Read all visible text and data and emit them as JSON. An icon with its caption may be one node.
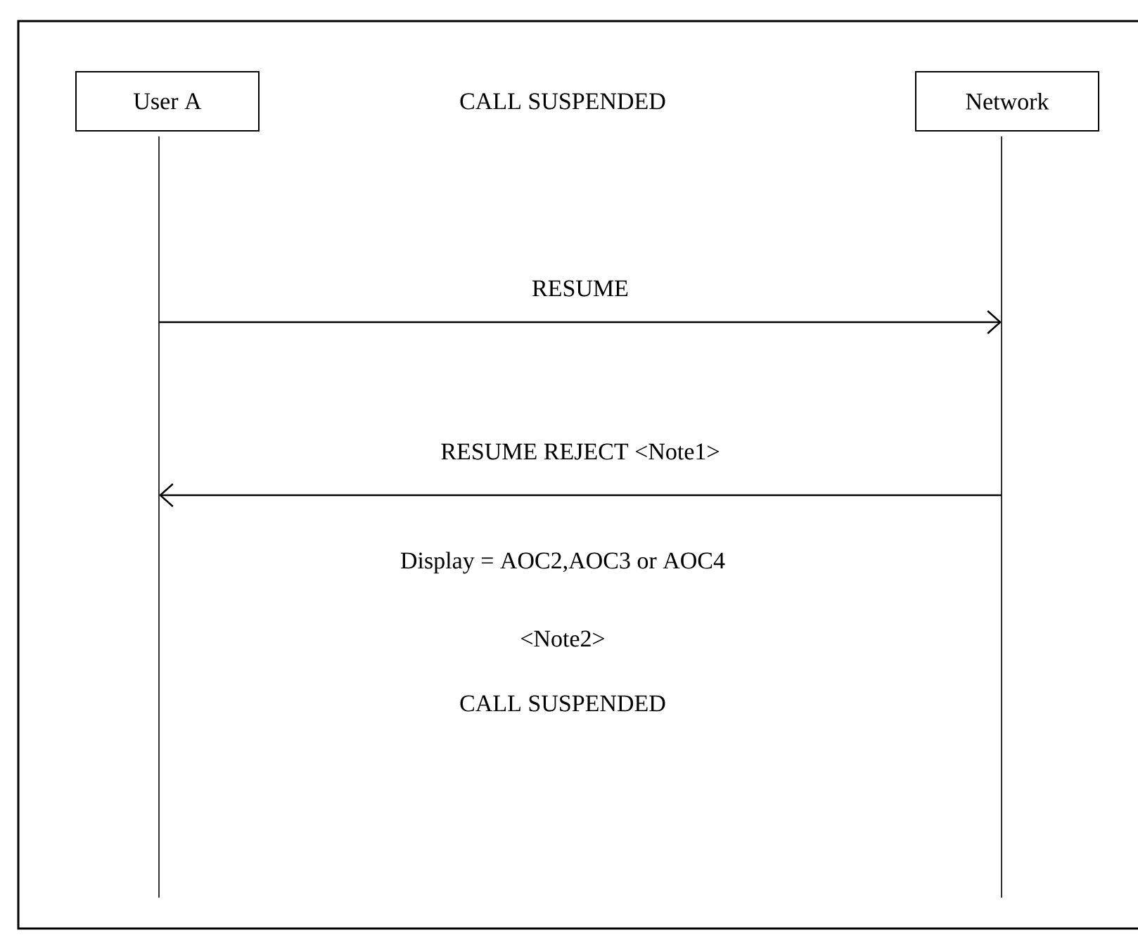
{
  "diagram": {
    "nodes": [
      {
        "text": [
          "User A"
        ]
      },
      {
        "text": [
          "Network"
        ]
      }
    ],
    "edges": [
      {
        "from": 0,
        "to": 1,
        "arrow": "to",
        "label": "RESUME"
      },
      {
        "from": 1,
        "to": 0,
        "arrow": "to",
        "label": "RESUME REJECT  <Note1>"
      }
    ],
    "labels": [
      "CALL SUSPENDED",
      "Display = AOC2,AOC3 or AOC4",
      "<Note2>",
      "CALL SUSPENDED"
    ]
  }
}
